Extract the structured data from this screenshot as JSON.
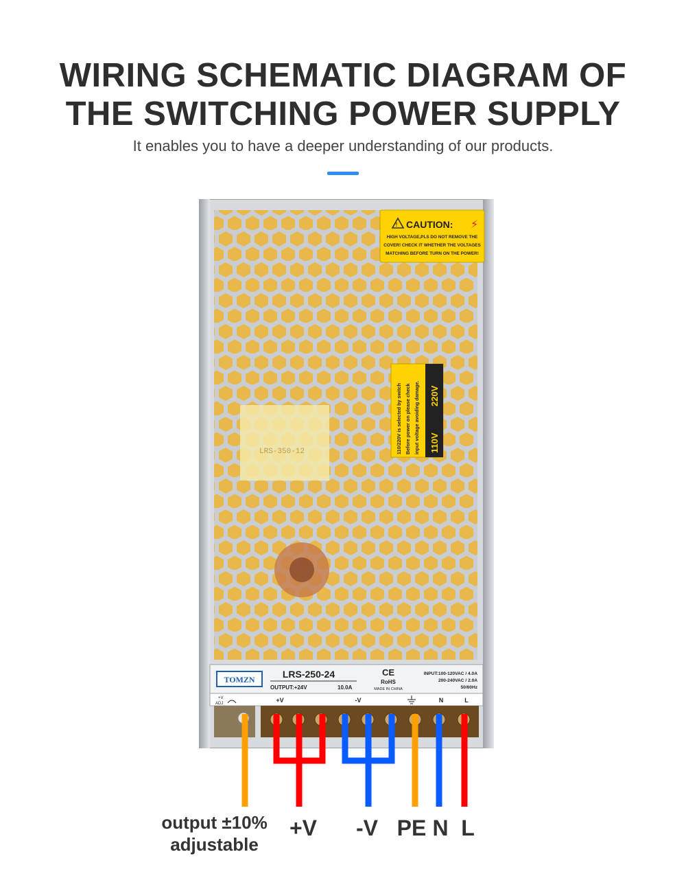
{
  "header": {
    "title_line1": "WIRING SCHEMATIC DIAGRAM OF",
    "title_line2": "THE SWITCHING POWER SUPPLY",
    "subtitle": "It enables you to have a deeper understanding of our products.",
    "accent_color": "#2f8ef0"
  },
  "device": {
    "caution_title": "CAUTION:",
    "caution_lines": [
      "HIGH VOLTAGE,PLS DO NOT REMOVE THE",
      "COVER! CHECK IT WHETHER THE VOLTAGES",
      "MATCHING BEFORE TURN ON THE POWER!"
    ],
    "switch_note_lines": [
      "110/220V is selected by switch",
      "Before power on please check",
      "input voltage avoiding damage."
    ],
    "switch_220": "220V",
    "switch_110": "110V",
    "board_print": "LRS-350-12",
    "label": {
      "brand": "TOMZN",
      "model": "LRS-250-24",
      "output": "OUTPUT:+24V",
      "current": "10.0A",
      "ce": "CE",
      "rohs": "RoHS",
      "made_in": "MADE IN CHINA",
      "input1": "INPUT:100-120VAC / 4.0A",
      "input2": "200-240VAC / 2.0A",
      "freq": "50/60Hz"
    },
    "terminals": {
      "adj_top": "+V",
      "adj_bottom": "ADJ",
      "pv": "+V",
      "nv": "-V",
      "n": "N",
      "l": "L"
    },
    "caution_color": "#ffd200"
  },
  "wires": {
    "colors": {
      "adjust": "#ffa000",
      "positive": "#ff0000",
      "negative": "#0a5cff",
      "pe": "#ffa000",
      "neutral": "#0a5cff",
      "live": "#ff0000"
    },
    "labels": {
      "adjust_line1": "output ±10%",
      "adjust_line2": "adjustable",
      "positive": "+V",
      "negative": "-V",
      "pe": "PE",
      "neutral": "N",
      "live": "L"
    }
  }
}
